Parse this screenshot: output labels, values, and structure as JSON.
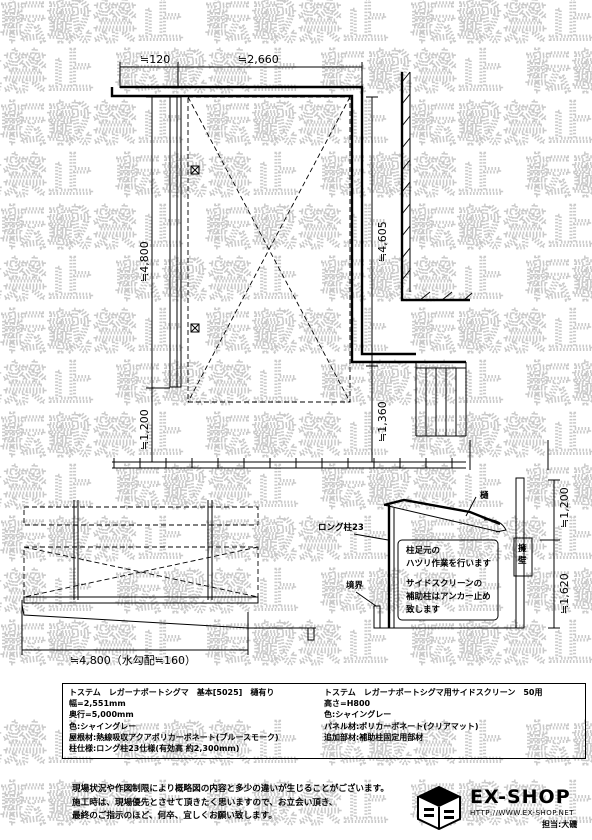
{
  "watermark": {
    "text": "転載禁止"
  },
  "plan": {
    "dim_top_left": "≒120",
    "dim_top_right": "≒2,660",
    "dim_left_main": "≒4,800",
    "dim_left_bottom": "≒1,200",
    "dim_right_main": "≒4,605",
    "dim_right_bottom": "≒1,360"
  },
  "elevation": {
    "label_gutter": "樋",
    "label_post": "ロング柱23",
    "label_boundary": "境界",
    "label_wall": "擁壁",
    "note_post_lines": [
      "柱足元の",
      "ハツリ作業を行います"
    ],
    "note_screen_lines": [
      "サイドスクリーンの",
      "補助柱はアンカー止め",
      "致します"
    ],
    "dim_width": "≒4,800（水勾配≒160）",
    "dim_upper": "≒1,200",
    "dim_lower": "≒1,620"
  },
  "spec": {
    "left": [
      "トステム　レガーナポートシグマ　基本[5025]　樋有り",
      "幅=2,551mm",
      "奥行=5,000mm",
      "色:シャイングレー",
      "屋根材:熱線吸収アクアポリカーボネート(ブルースモーク)",
      "柱仕様:ロング柱23仕様(有効高 約2,300mm)"
    ],
    "right": [
      "トステム　レガーナポートシグマ用サイドスクリーン　50用",
      "高さ=H800",
      "色:シャイングレー",
      "パネル材:ポリカーボネート(クリアマット)",
      "追加部材:補助柱固定用部材"
    ]
  },
  "notes": [
    "現場状況や作図制限により概略図の内容と多少の違いが生じることがございます。",
    "施工時は、現場優先とさせて頂きたく思いますので、お立会い頂き、",
    "最終のご指示のほど、何卒、宜しくお願い致します。"
  ],
  "logo": {
    "name": "EX-SHOP",
    "url": "HTTP://WWW.EX-SHOP.NET",
    "staff": "担当:大磯"
  }
}
